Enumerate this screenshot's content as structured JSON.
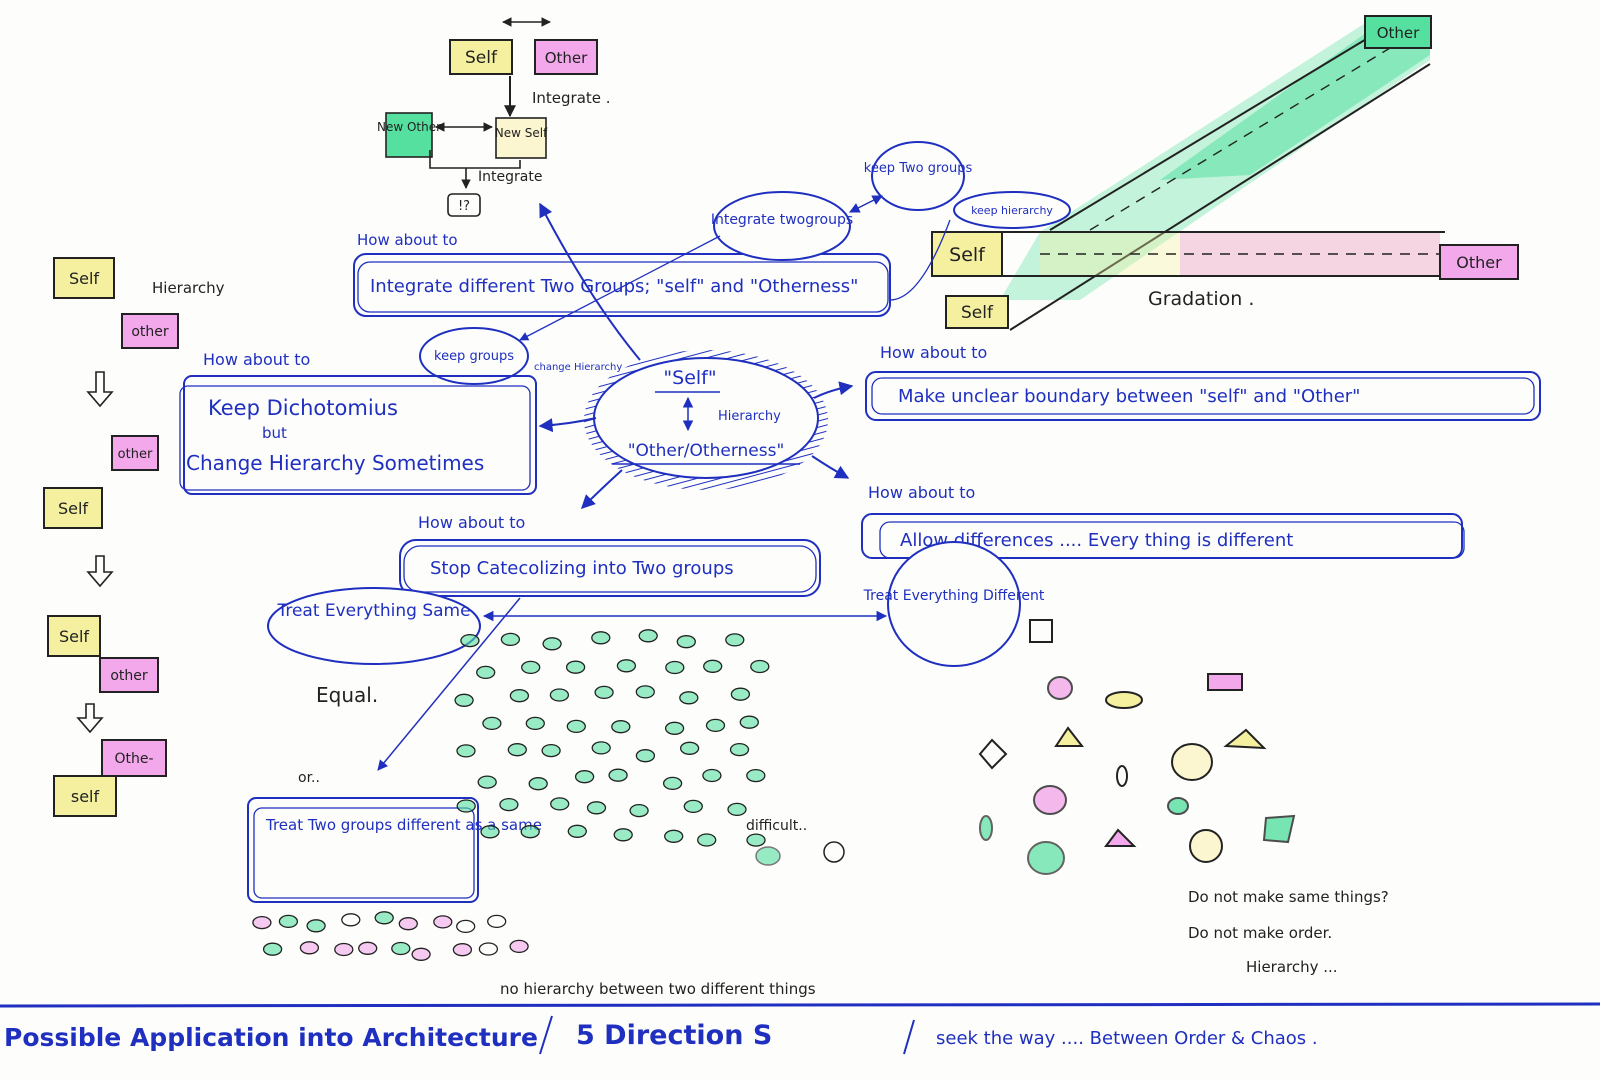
{
  "colors": {
    "ink": "#222222",
    "blue": "#1f2fbf",
    "yellow": "#f4f0a0",
    "pink": "#f2a8ea",
    "green": "#55e0a0"
  },
  "center": {
    "self": "\"Self\"",
    "hierarchy": "Hierarchy",
    "other": "\"Other/Otherness\""
  },
  "top_flow": {
    "self": "Self",
    "other": "Other",
    "integrate1": "Integrate .",
    "new_other": "New Other",
    "new_self": "New Self",
    "integrate2": "Integrate",
    "result": "!?"
  },
  "left_column": {
    "self1": "Self",
    "hierarchy": "Hierarchy",
    "other1": "other",
    "other2": "other",
    "self2": "Self",
    "self3": "Self",
    "other3": "other",
    "other4": "Othe-",
    "self4": "self"
  },
  "gradation": {
    "other_top": "Other",
    "self_mid": "Self",
    "other_mid": "Other",
    "self_low": "Self",
    "label": "Gradation ."
  },
  "directions": [
    {
      "prefix": "How about to",
      "text": "Integrate different Two Groups; \"self\" and \"Otherness\""
    },
    {
      "prefix": "How about to",
      "text": "Keep Dichotomius",
      "text2": "but",
      "text3": "Change Hierarchy Sometimes"
    },
    {
      "prefix": "How about to",
      "text": "Make unclear boundary between \"self\" and \"Other\""
    },
    {
      "prefix": "How about to",
      "text": "Allow differences .... Every thing is different"
    },
    {
      "prefix": "How about to",
      "text": "Stop Catecolizing into Two groups"
    }
  ],
  "bubbles": {
    "integrate_two": "Integrate twogroups",
    "keep_two": "keep Two groups",
    "keep_hierarchy": "keep hierarchy",
    "keep_groups": "keep groups",
    "change_hierarchy": "change Hierarchy",
    "treat_same": "Treat Everything Same",
    "treat_different": "Treat Everything Different",
    "treat_two": "Treat Two groups different as a same"
  },
  "notes": {
    "equal": "Equal.",
    "or": "or..",
    "difficult": "difficult..",
    "no_hierarchy": "no hierarchy between two different things",
    "do_not_same": "Do not make same things?",
    "do_not_order": "Do not make order.",
    "hierarchy": "Hierarchy ..."
  },
  "footer": {
    "title": "Possible Application into Architecture",
    "directions": "5 Direction S",
    "seek": "seek the way .... Between Order & Chaos ."
  }
}
